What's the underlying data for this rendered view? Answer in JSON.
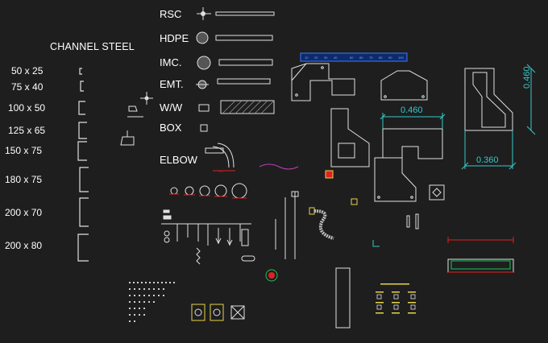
{
  "colors": {
    "background": "#1e1e1e",
    "line": "#e0e0e0",
    "dimension": "#37c8c8",
    "accent_blue": "#3a7bff",
    "accent_red": "#e02020",
    "accent_yellow": "#e8d34a",
    "accent_magenta": "#c040c0",
    "accent_green": "#20c060"
  },
  "conduit_labels": [
    "RSC",
    "HDPE",
    "IMC.",
    "EMT.",
    "W/W",
    "BOX"
  ],
  "elbow_label": "ELBOW",
  "channel_steel": {
    "title": "CHANNEL STEEL",
    "sizes": [
      "50 x 25",
      "75 x 40",
      "100 x 50",
      "125 x 65",
      "150 x 75",
      "180 x 75",
      "200 x 70",
      "200 x 80"
    ]
  },
  "dimensions": {
    "tray_width": "0.460",
    "riser_height": "0.460",
    "riser_width": "0.360"
  }
}
